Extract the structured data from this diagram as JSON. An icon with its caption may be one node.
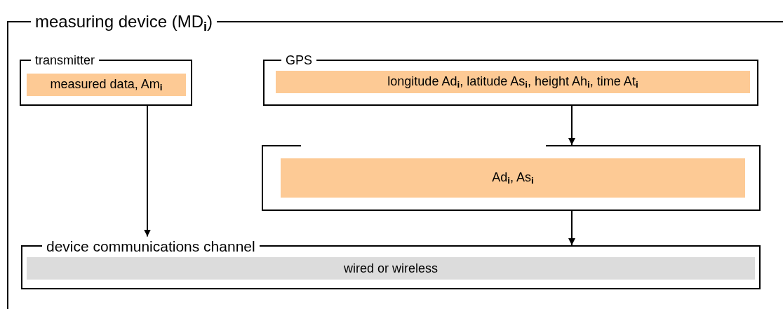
{
  "diagram": {
    "nodes": [
      {
        "text": [
          "measuring device (MD$_{i}$)"
        ]
      },
      {
        "text": [
          "transmitter"
        ],
        "in": 0
      },
      {
        "text": [
          "measured data, Am$_{i}$"
        ],
        "in": 1
      },
      {
        "text": [
          "GPS"
        ],
        "in": 0
      },
      {
        "text": [
          "longitude Ad$_{i}$, latitude As$_{i}$, height Ah$_{i}$, time At$_{i}$"
        ],
        "in": 3
      },
      {
        "text": [],
        "shape": "box",
        "in": 0
      },
      {
        "text": [
          "Ad$_{i}$, As$_{i}$"
        ],
        "in": 5
      },
      {
        "text": [
          "device communications channel"
        ],
        "in": 0
      },
      {
        "text": [
          "wired or wireless"
        ],
        "in": 7
      }
    ],
    "edges": [
      {
        "from": 1,
        "to": 7,
        "arrow": "to"
      },
      {
        "from": 3,
        "to": 5,
        "arrow": "to"
      },
      {
        "from": 5,
        "to": 7,
        "arrow": "to"
      }
    ]
  }
}
